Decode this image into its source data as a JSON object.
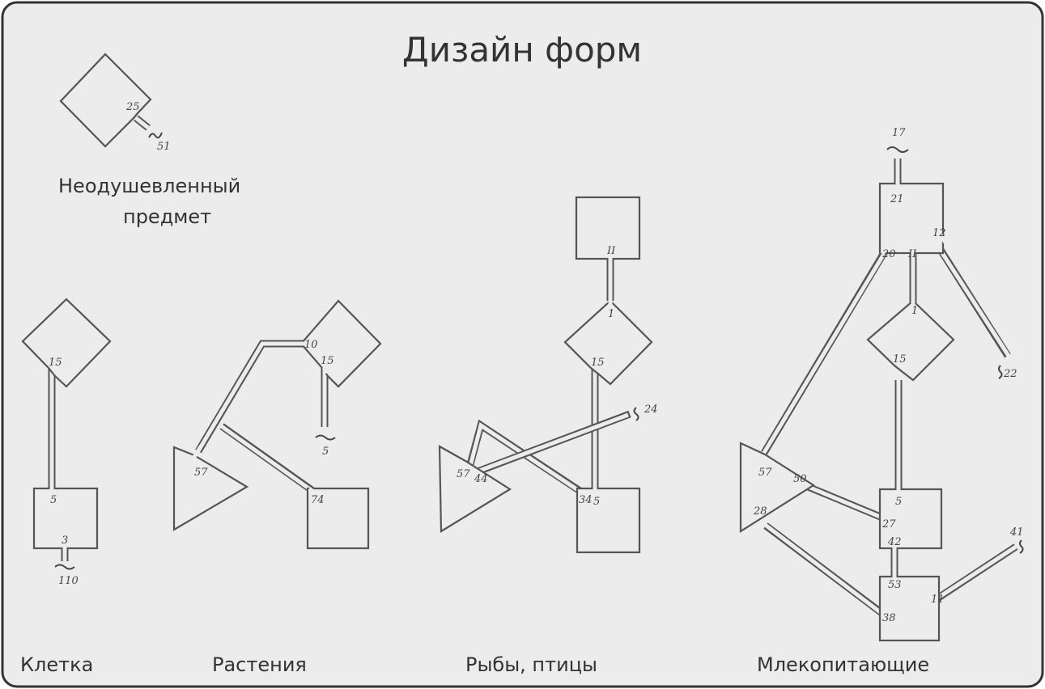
{
  "title": "Дизайн форм",
  "inanimate": {
    "caption_line1": "Неодушевленный",
    "caption_line2": "предмет",
    "labels": [
      "25",
      "51"
    ]
  },
  "cell": {
    "caption": "Клетка",
    "labels": [
      "15",
      "5",
      "3",
      "110"
    ]
  },
  "plants": {
    "caption": "Растения",
    "labels": [
      "10",
      "15",
      "5",
      "57",
      "74"
    ]
  },
  "fish_birds": {
    "caption": "Рыбы, птицы",
    "labels": [
      "II",
      "1",
      "15",
      "24",
      "57",
      "44",
      "34",
      "5"
    ]
  },
  "mammals": {
    "caption": "Млекопитающие",
    "labels": [
      "17",
      "21",
      "12",
      "20",
      "II",
      "1",
      "15",
      "22",
      "57",
      "50",
      "28",
      "5",
      "27",
      "42",
      "53",
      "11",
      "41",
      "38"
    ]
  }
}
